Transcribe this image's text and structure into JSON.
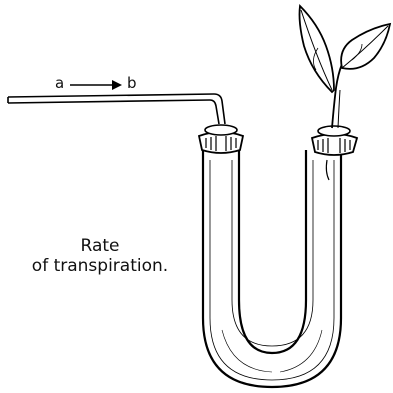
{
  "labels": {
    "point_a": "a",
    "point_b": "b"
  },
  "caption": {
    "line1": "Rate",
    "line2": "of transpiration."
  }
}
